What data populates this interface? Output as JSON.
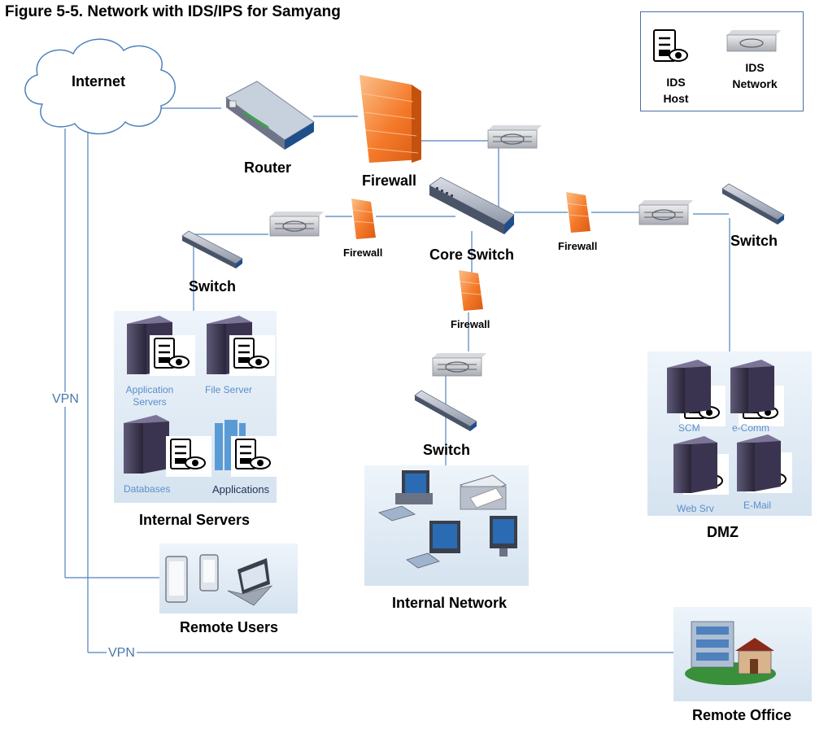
{
  "title": "Figure 5-5. Network with IDS/IPS for Samyang",
  "legend": {
    "ids_host_line1": "IDS",
    "ids_host_line2": "Host",
    "ids_network_line1": "IDS",
    "ids_network_line2": "Network"
  },
  "nodes": {
    "internet": "Internet",
    "router": "Router",
    "firewall_main": "Firewall",
    "firewall_left": "Firewall",
    "firewall_right": "Firewall",
    "firewall_bottom": "Firewall",
    "core_switch": "Core Switch",
    "switch_left": "Switch",
    "switch_right": "Switch",
    "switch_bottom": "Switch"
  },
  "groups": {
    "internal_servers": {
      "title": "Internal Servers",
      "items": [
        "Application Servers",
        "File Server",
        "Databases",
        "Applications"
      ]
    },
    "internal_network": {
      "title": "Internal Network"
    },
    "dmz": {
      "title": "DMZ",
      "items": [
        "SCM",
        "e-Comm",
        "Web Srv",
        "E-Mail"
      ]
    },
    "remote_users": {
      "title": "Remote Users"
    },
    "remote_office": {
      "title": "Remote Office"
    }
  },
  "links": {
    "vpn_vertical": "VPN",
    "vpn_horizontal": "VPN"
  },
  "colors": {
    "line": "#4f81bd",
    "panel": "#e2ecf5",
    "firewall": "#f28a3c",
    "server": "#3b3450",
    "label_blue": "#5b8fc9"
  }
}
